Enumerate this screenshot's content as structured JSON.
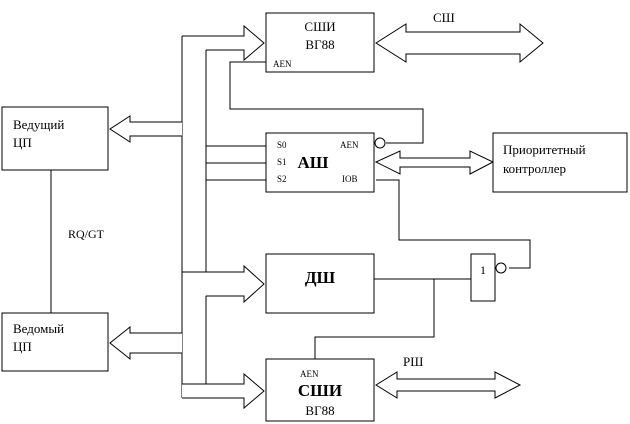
{
  "blocks": {
    "bus_former_top": {
      "line1": "СШИ",
      "line2": "ВГ88",
      "pin_aen": "AEN"
    },
    "master_cpu": {
      "line1": "Ведущий",
      "line2": "ЦП"
    },
    "slave_cpu": {
      "line1": "Ведомый",
      "line2": "ЦП"
    },
    "bus_arbiter": {
      "title": "АШ",
      "pin_s0": "S0",
      "pin_s1": "S1",
      "pin_s2": "S2",
      "pin_aen": "AEN",
      "pin_iob": "IOB"
    },
    "priority_controller": {
      "line1": "Приоритетный",
      "line2": "контроллер"
    },
    "decoder": {
      "title": "ДШ"
    },
    "inverter": {
      "label": "1"
    },
    "bus_former_bottom": {
      "pin_aen": "AEN",
      "line1": "СШИ",
      "line2": "ВГ88"
    }
  },
  "labels": {
    "system_bus": "СШ",
    "local_bus": "РШ",
    "rq_gt": "RQ/GT"
  }
}
